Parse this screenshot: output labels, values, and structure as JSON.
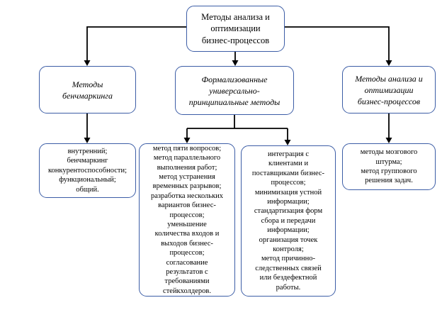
{
  "diagram": {
    "background": "#ffffff",
    "box_border_color": "#3c5da6",
    "connector_color": "#000000",
    "text_color": "#000000",
    "root": {
      "label_lines": [
        "Методы анализа и",
        "оптимизации",
        "бизнес-процессов"
      ]
    },
    "branches": {
      "benchmarking": {
        "label_lines": [
          "Методы",
          "бенчмаркинга"
        ]
      },
      "formalized": {
        "label_lines": [
          "Формализованные",
          "универсально-",
          "принципиальные методы"
        ]
      },
      "analysis": {
        "label_lines": [
          "Методы анализа и",
          "оптимизации",
          "бизнес-процессов"
        ]
      }
    },
    "leaves": {
      "benchmarking_types": {
        "label_lines": [
          "внутренний;",
          "бенчмаркинг",
          "конкурентоспособности;",
          "функциональный;",
          "общий."
        ]
      },
      "formalized_list_a": {
        "label_lines": [
          "метод пяти вопросов;",
          "метод параллельного",
          "выполнения работ;",
          "метод устранения",
          "временных разрывов;",
          "разработка нескольких",
          "вариантов бизнес-",
          "процессов;",
          "уменьшение",
          "количества входов и",
          "выходов бизнес-",
          "процессов;",
          "согласование",
          "результатов с",
          "требованиями",
          "стейкхолдеров."
        ]
      },
      "formalized_list_b": {
        "label_lines": [
          "интеграция с",
          "клиентами и",
          "поставщиками бизнес-",
          "процессов;",
          "минимизация устной",
          "информации;",
          "стандартизация форм",
          "сбора и передачи",
          "информации;",
          "организация точек",
          "контроля;",
          "метод причинно-",
          "следственных связей",
          "или бездефектной",
          "работы."
        ]
      },
      "group_methods": {
        "label_lines": [
          "методы мозгового",
          "штурма;",
          "метод группового",
          "решения задач."
        ]
      }
    }
  }
}
